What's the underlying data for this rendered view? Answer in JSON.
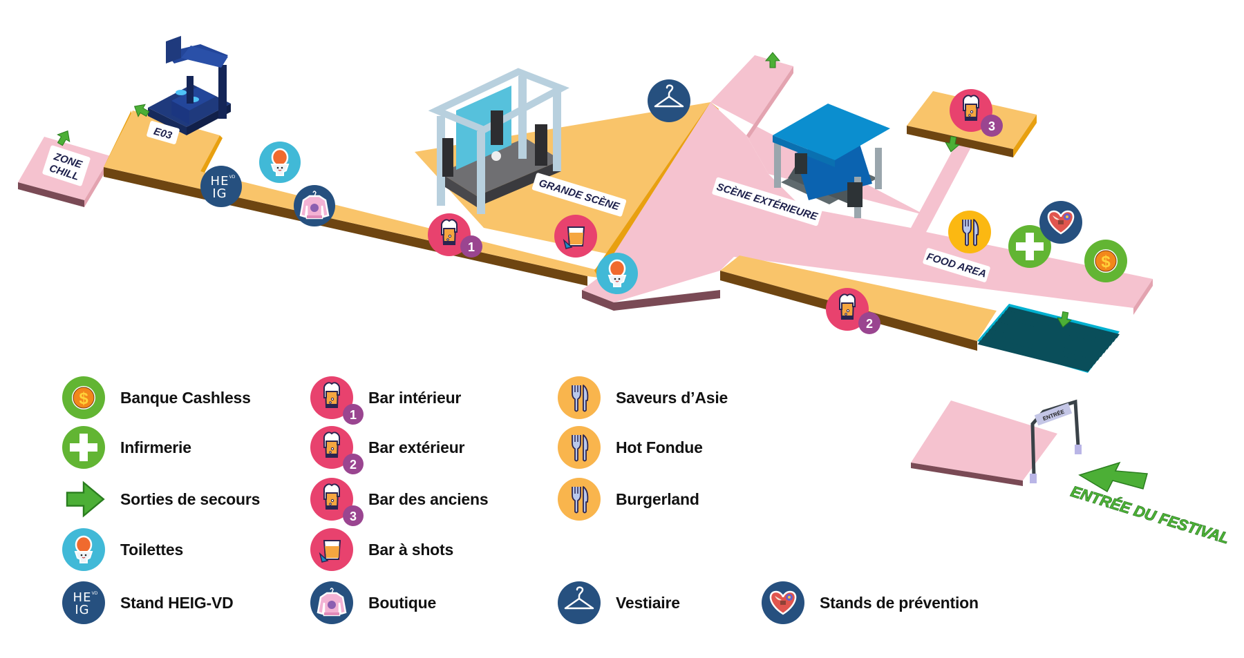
{
  "colors": {
    "indoor_floor": "#f9c46a",
    "indoor_floor_side": "#6e4511",
    "indoor_floor_edge": "#e8a010",
    "outdoor_floor": "#f5c2cf",
    "outdoor_floor_side": "#7a4a55",
    "outdoor_floor_edge": "#e3a3b0",
    "stairs": "#00b0d0",
    "stairs_dark": "#0a4e5a",
    "exit_arrow": "#4caf36",
    "pin_bar": "#e8426e",
    "pin_bar_number": "#9a4590",
    "pin_green": "#62b533",
    "pin_blue": "#26507f",
    "pin_toilet": "#41b9d7",
    "pin_food": "#f9b54d",
    "pin_food_map": "#fbb812",
    "tag_text": "#1c1f4a"
  },
  "map": {
    "zones": {
      "zone_chill": "ZONE\nCHILL",
      "zone_chill_line1": "ZONE",
      "zone_chill_line2": "CHILL",
      "e03": "E03",
      "grande_scene": "GRANDE SCÈNE",
      "scene_exterieure": "SCÈNE EXTÉRIEURE",
      "food_area": "FOOD AREA",
      "entree_gate": "ENTRÉE"
    },
    "entrance_label": "ENTRÉE DU FESTIVAL",
    "pins": [
      {
        "type": "heig-vd",
        "label": "Stand HEIG-VD"
      },
      {
        "type": "toilettes",
        "label": "Toilettes"
      },
      {
        "type": "boutique",
        "label": "Boutique"
      },
      {
        "type": "bar",
        "number": "1",
        "label": "Bar intérieur"
      },
      {
        "type": "bar-shots",
        "label": "Bar à shots"
      },
      {
        "type": "toilettes",
        "label": "Toilettes"
      },
      {
        "type": "vestiaire",
        "label": "Vestiaire"
      },
      {
        "type": "bar",
        "number": "3",
        "label": "Bar des anciens"
      },
      {
        "type": "bar",
        "number": "2",
        "label": "Bar extérieur"
      },
      {
        "type": "food",
        "label": "Food area"
      },
      {
        "type": "infirmerie",
        "label": "Infirmerie"
      },
      {
        "type": "prevention",
        "label": "Stands de prévention"
      },
      {
        "type": "cashless",
        "label": "Banque Cashless"
      }
    ]
  },
  "legend": {
    "items": [
      {
        "icon": "cashless-coin-icon",
        "label": "Banque Cashless"
      },
      {
        "icon": "medical-cross-icon",
        "label": "Infirmerie"
      },
      {
        "icon": "emergency-exit-arrow-icon",
        "label": "Sorties de secours"
      },
      {
        "icon": "toilet-icon",
        "label": "Toilettes"
      },
      {
        "icon": "heig-vd-logo-icon",
        "label": "Stand HEIG-VD"
      },
      {
        "icon": "beer-glass-icon",
        "number": "1",
        "label": "Bar intérieur"
      },
      {
        "icon": "beer-glass-icon",
        "number": "2",
        "label": "Bar extérieur"
      },
      {
        "icon": "beer-glass-icon",
        "number": "3",
        "label": "Bar des anciens"
      },
      {
        "icon": "shot-glass-icon",
        "label": "Bar à shots"
      },
      {
        "icon": "sweater-icon",
        "label": "Boutique"
      },
      {
        "icon": "cutlery-icon",
        "label": "Saveurs d’Asie"
      },
      {
        "icon": "cutlery-icon",
        "label": "Hot Fondue"
      },
      {
        "icon": "cutlery-icon",
        "label": "Burgerland"
      },
      {
        "icon": "coat-hanger-icon",
        "label": "Vestiaire"
      },
      {
        "icon": "heart-icon",
        "label": "Stands de prévention"
      }
    ]
  }
}
